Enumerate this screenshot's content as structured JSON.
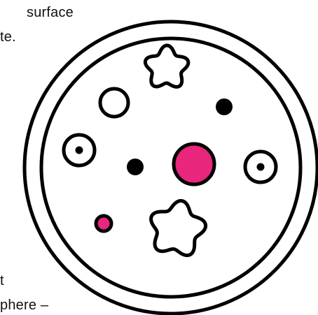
{
  "text_fragments": {
    "surface": "surface",
    "te": "te.",
    "t": "t",
    "phere": "phere –"
  },
  "colors": {
    "outline": "#000000",
    "magenta": "#e8267b",
    "background": "#ffffff"
  },
  "icons": {
    "outer_ring": "circle-outline",
    "inner_ring": "circle-outline",
    "flower_top": "flower-blob-outline",
    "flower_bottom": "flower-blob-outline",
    "ring_hollow": "circle-outline",
    "ring_dot_left": "target-icon",
    "ring_dot_right": "target-icon",
    "dot_black_upper": "dot",
    "dot_black_center": "dot",
    "dot_magenta_large": "dot",
    "dot_magenta_small": "dot-outlined"
  }
}
